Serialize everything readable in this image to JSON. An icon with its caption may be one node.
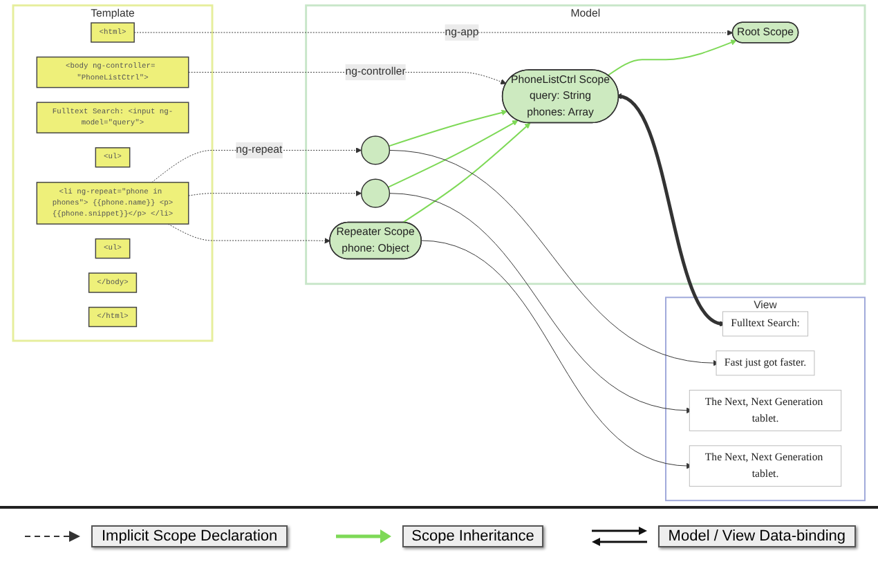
{
  "diagram": {
    "nodes": [
      {
        "text": [
          "Template"
        ]
      },
      {
        "text": [
          "<html>"
        ],
        "in": 0
      },
      {
        "text": [
          "<body ng-controller= \"PhoneListCtrl\">"
        ],
        "in": 0
      },
      {
        "text": [
          "Fulltext Search: <input ng-model=\"query\">"
        ],
        "in": 0
      },
      {
        "text": [
          "<ul>"
        ],
        "in": 0
      },
      {
        "text": [
          "<li ng-repeat=\"phone in phones\"> {{phone.name}} <p>{{phone.snippet}}</p> </li>"
        ],
        "in": 0
      },
      {
        "text": [
          "<ul>"
        ],
        "in": 0
      },
      {
        "text": [
          "</body>"
        ],
        "in": 0
      },
      {
        "text": [
          "</html>"
        ],
        "in": 0
      },
      {
        "text": [
          "Model"
        ]
      },
      {
        "text": [
          "Root Scope"
        ],
        "in": 9
      },
      {
        "text": [
          "PhoneListCtrl Scope",
          "query: String",
          "phones: Array"
        ],
        "in": 9
      },
      {
        "text": [],
        "shape": "circle",
        "in": 9
      },
      {
        "text": [],
        "shape": "circle",
        "in": 9
      },
      {
        "text": [
          "Repeater Scope",
          "phone: Object"
        ],
        "in": 9
      },
      {
        "text": [
          "View"
        ]
      },
      {
        "text": [
          "Fulltext Search:"
        ],
        "in": 15
      },
      {
        "text": [
          "Fast just got faster."
        ],
        "in": 15
      },
      {
        "text": [
          "The Next, Next Generation tablet."
        ],
        "in": 15
      },
      {
        "text": [
          "The Next, Next Generation tablet."
        ],
        "in": 15
      }
    ],
    "edges": [
      {
        "from": 1,
        "to": 10,
        "arrow": "to",
        "style": "dashed",
        "label": "ng-app"
      },
      {
        "from": 2,
        "to": 11,
        "arrow": "to",
        "style": "dashed",
        "label": "ng-controller"
      },
      {
        "from": 5,
        "to": 12,
        "arrow": "to",
        "style": "dashed",
        "label": "ng-repeat"
      },
      {
        "from": 5,
        "to": 13,
        "arrow": "to",
        "style": "dashed"
      },
      {
        "from": 5,
        "to": 14,
        "arrow": "to",
        "style": "dashed"
      },
      {
        "from": 11,
        "to": 10,
        "arrow": "to",
        "color": "#7ed957"
      },
      {
        "from": 12,
        "to": 11,
        "arrow": "to",
        "color": "#7ed957"
      },
      {
        "from": 13,
        "to": 11,
        "arrow": "to",
        "color": "#7ed957"
      },
      {
        "from": 14,
        "to": 11,
        "arrow": "to",
        "color": "#7ed957"
      },
      {
        "from": 11,
        "to": 16,
        "arrow": "both",
        "style": "thick"
      },
      {
        "from": 12,
        "to": 17,
        "arrow": "to"
      },
      {
        "from": 13,
        "to": 18,
        "arrow": "to"
      },
      {
        "from": 14,
        "to": 19,
        "arrow": "to"
      }
    ],
    "legend": [
      {
        "text": "Implicit Scope Declaration"
      },
      {
        "text": "Scope Inheritance"
      },
      {
        "text": "Model / View Data-binding"
      }
    ]
  }
}
